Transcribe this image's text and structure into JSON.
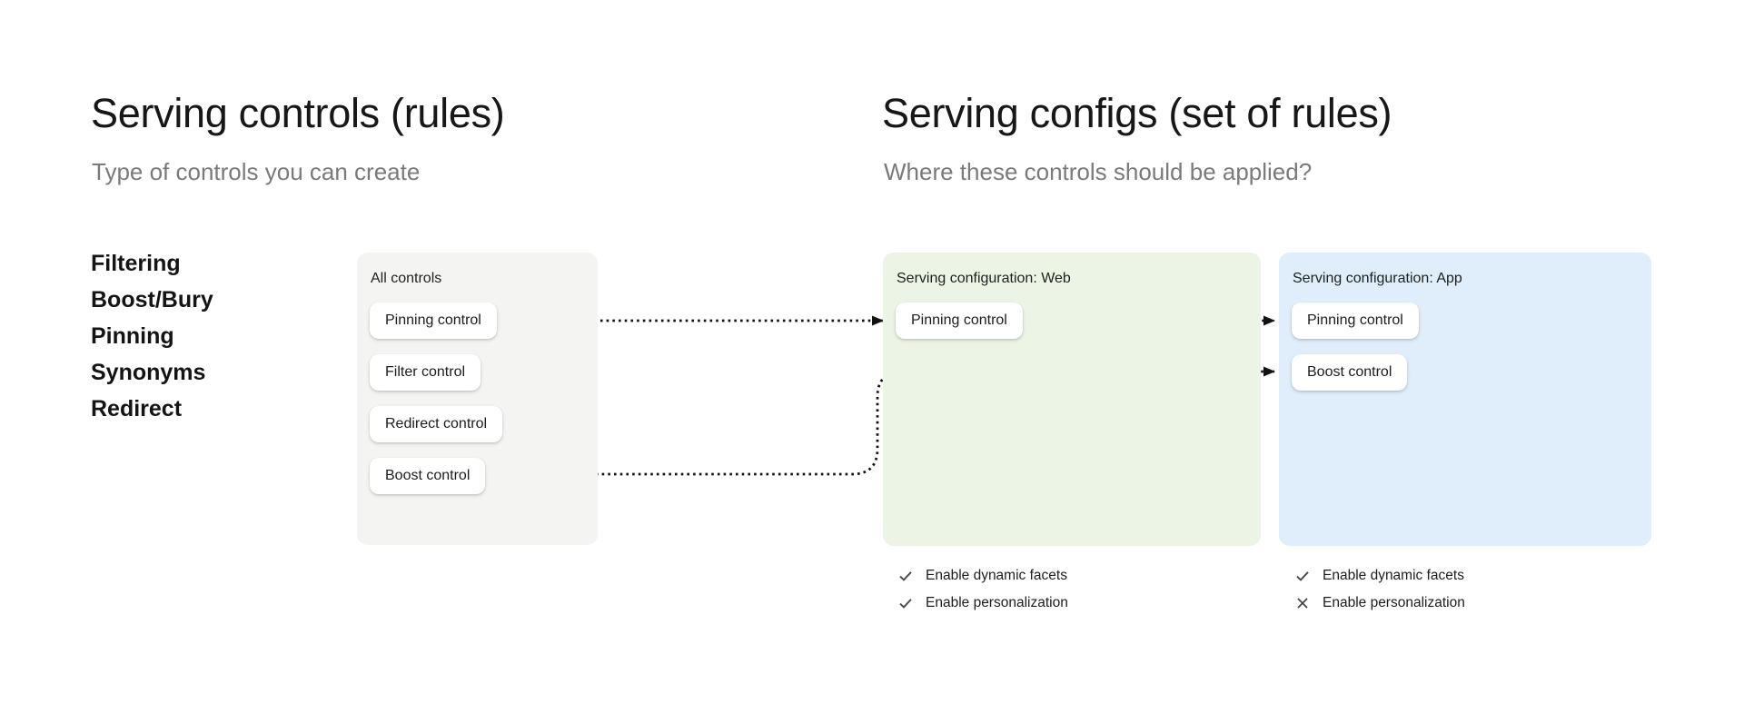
{
  "left_section": {
    "title": "Serving controls (rules)",
    "subtitle": "Type of controls you can create",
    "control_types": [
      "Filtering",
      "Boost/Bury",
      "Pinning",
      "Synonyms",
      "Redirect"
    ]
  },
  "right_section": {
    "title": "Serving configs (set of rules)",
    "subtitle": "Where these controls should be applied?"
  },
  "all_controls_card": {
    "title": "All controls",
    "background_color": "#f4f4f2",
    "buttons": [
      "Pinning control",
      "Filter control",
      "Redirect control",
      "Boost control"
    ]
  },
  "web_config_card": {
    "title": "Serving configuration: Web",
    "background_color": "#ecf4e5",
    "buttons": [
      "Pinning control"
    ],
    "features": [
      {
        "icon": "check-icon",
        "label": "Enable dynamic facets"
      },
      {
        "icon": "check-icon",
        "label": "Enable personalization"
      }
    ]
  },
  "app_config_card": {
    "title": "Serving configuration: App",
    "background_color": "#dfeefa",
    "buttons": [
      "Pinning control",
      "Boost control"
    ],
    "features": [
      {
        "icon": "check-icon",
        "label": "Enable dynamic facets"
      },
      {
        "icon": "cross-icon",
        "label": "Enable personalization"
      }
    ]
  },
  "connections": [
    {
      "from": "all-controls.pinning-control",
      "to": "web-config.pinning-control",
      "style": "dotted-arrow"
    },
    {
      "from": "web-config.pinning-control",
      "to": "app-config.pinning-control",
      "style": "dotted-arrow"
    },
    {
      "from": "all-controls.boost-control",
      "to": "app-config.boost-control",
      "style": "dotted-arrow"
    }
  ],
  "icon_colors": {
    "check_cross": "#46484a",
    "arrow": "#121212"
  }
}
